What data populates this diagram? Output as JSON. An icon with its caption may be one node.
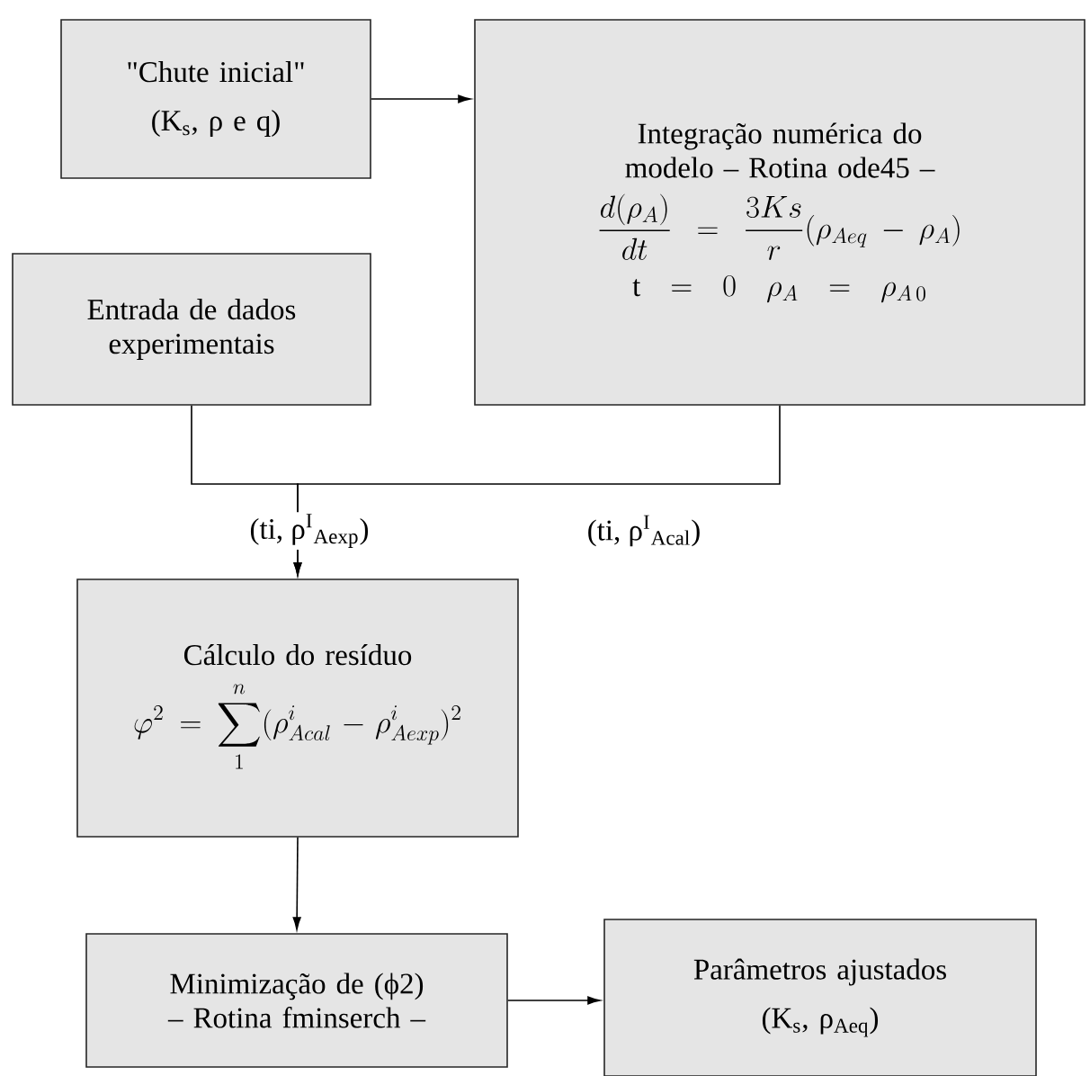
{
  "diagram": {
    "nodes": [
      {
        "text": [
          "\"Chute inicial\"",
          "(K$_{s}$, ρ e q)"
        ]
      },
      {
        "text": [
          "Integração numérica do modelo – Rotina ode45 –",
          "\\frac{d(\\rho_{A})}{dt} = \\frac{3Ks}{r}(\\rho_{Aeq} - \\rho_{A})",
          "\\mathrm{t} = 0 \\quad \\rho_{A} = \\rho_{A\\,0}"
        ]
      },
      {
        "text": [
          "Entrada de dados experimentais"
        ]
      },
      {
        "text": [
          "Cálculo do resíduo",
          "\\varphi^{2} = \\sum_{1}^{n} (\\rho^{i}_{Acal} - \\rho^{i}_{Aexp})^{2}"
        ]
      },
      {
        "text": [
          "Minimização de (ϕ2) – Rotina fminserch –"
        ]
      },
      {
        "text": [
          "Parâmetros ajustados",
          "(K$_{s}$, ρ$_{Aeq}$)"
        ]
      }
    ],
    "edges": [
      {
        "from": 0,
        "to": 1,
        "arrow": "to"
      },
      {
        "from": 2,
        "to": 3,
        "arrow": "to",
        "label": "(ti, ρ$^{I}$$_{Aexp}$)"
      },
      {
        "from": 1,
        "to": 3,
        "arrow": "to",
        "label": "(ti, ρ$^{I}$$_{Acal}$)"
      },
      {
        "from": 3,
        "to": 4,
        "arrow": "to"
      },
      {
        "from": 4,
        "to": 5,
        "arrow": "to"
      }
    ]
  }
}
